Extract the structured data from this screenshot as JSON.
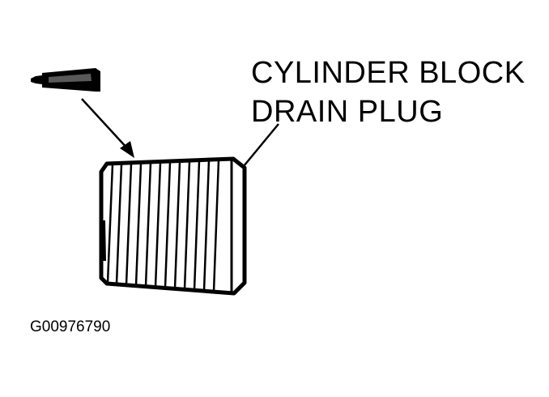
{
  "callout": {
    "line1": "CYLINDER BLOCK",
    "line2": "DRAIN PLUG"
  },
  "figure_id": "G00976790",
  "icons": {
    "sealant_tube": "sealant-tube-icon",
    "drain_plug": "drain-plug-illustration"
  },
  "colors": {
    "ink": "#000000",
    "background": "#ffffff"
  }
}
